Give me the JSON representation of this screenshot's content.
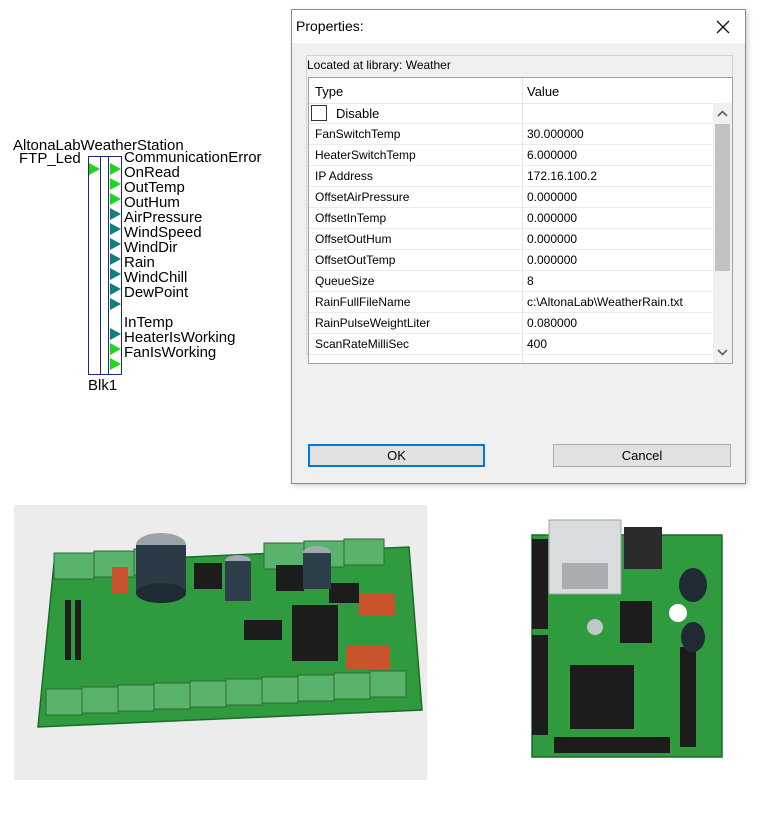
{
  "block": {
    "title": "AltonaLabWeatherStation",
    "input_label": "FTP_Led",
    "name": "Blk1",
    "outputs": [
      "CommunicationError",
      "OnRead",
      "OutTemp",
      "OutHum",
      "AirPressure",
      "WindSpeed",
      "WindDir",
      "Rain",
      "WindChill",
      "DewPoint",
      "",
      "InTemp",
      "HeaterIsWorking",
      "FanIsWorking"
    ]
  },
  "dialog": {
    "title": "Properties:",
    "library_label": "Located at library: Weather",
    "columns": {
      "type": "Type",
      "value": "Value"
    },
    "disable_label": "Disable",
    "rows": [
      {
        "name": "FanSwitchTemp",
        "value": "30.000000"
      },
      {
        "name": "HeaterSwitchTemp",
        "value": "6.000000"
      },
      {
        "name": "IP Address",
        "value": "172.16.100.2"
      },
      {
        "name": "OffsetAirPressure",
        "value": "0.000000"
      },
      {
        "name": "OffsetInTemp",
        "value": "0.000000"
      },
      {
        "name": "OffsetOutHum",
        "value": "0.000000"
      },
      {
        "name": "OffsetOutTemp",
        "value": "0.000000"
      },
      {
        "name": "QueueSize",
        "value": "8"
      },
      {
        "name": "RainFullFileName",
        "value": "c:\\AltonaLab\\WeatherRain.txt"
      },
      {
        "name": "RainPulseWeightLiter",
        "value": "0.080000"
      },
      {
        "name": "ScanRateMilliSec",
        "value": "400"
      }
    ],
    "ok_label": "OK",
    "cancel_label": "Cancel"
  },
  "icons": {
    "close": "close-icon",
    "scroll_up": "chevron-up-icon",
    "scroll_down": "chevron-down-icon"
  },
  "colors": {
    "pin_green": "#1fd51f",
    "pin_teal": "#137d7d",
    "pcb_green": "#2f9a3e",
    "terminal_green": "#59b36a",
    "ok_focus": "#0078d7"
  }
}
